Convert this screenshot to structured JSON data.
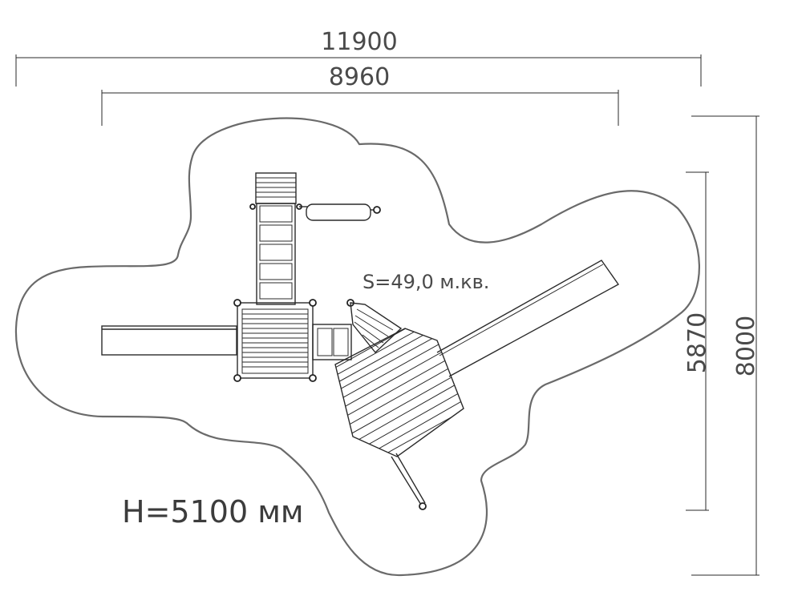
{
  "dimensions": {
    "overall_width": "11900",
    "inner_width": "8960",
    "inner_height": "5870",
    "overall_height": "8000"
  },
  "labels": {
    "area": "S=49,0 м.кв.",
    "height": "H=5100 мм"
  },
  "colors": {
    "ink": "#2a2a2a",
    "outline": "#6a6a6a",
    "text": "#4a4a4a"
  }
}
